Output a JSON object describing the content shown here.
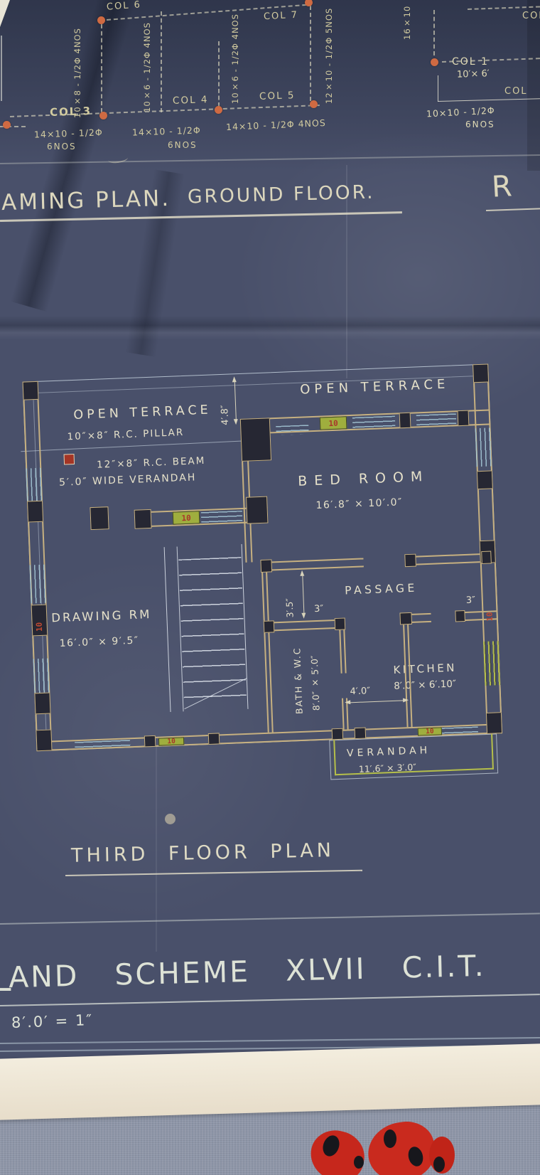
{
  "framing": {
    "col6": "COL 6",
    "col7": "COL 7",
    "col5": "COL 5",
    "col4": "COL 4",
    "col3": "COL 3",
    "col1": "COL 1",
    "col1_size": "10′× 6′",
    "col_edge_top": "COL",
    "col_edge_mid": "COL",
    "vdim_a": "10×8 - 1/2Φ 4NOS",
    "vdim_b": "10×6 - 1/2Φ 4NOS",
    "vdim_c": "10×6 - 1/2Φ 4NOS",
    "vdim_d": "12×10 - 1/2Φ 5NOS",
    "vdim_e": "16×10",
    "hdim_a": "14×10 - 1/2Φ",
    "hdim_a_n": "6NOS",
    "hdim_b": "14×10 - 1/2Φ",
    "hdim_b_n": "6NOS",
    "hdim_c": "14×10 - 1/2Φ 4NOS",
    "hdim_d": "10×10 - 1/2Φ",
    "hdim_d_n": "6NOS"
  },
  "ground": {
    "title_partial": "AMING PLAN.",
    "title_floor": "GROUND FLOOR.",
    "corner_letter": "R"
  },
  "plan": {
    "open_terrace_left": "OPEN TERRACE",
    "open_terrace_right": "OPEN TERRACE",
    "pillar_note": "10″×8″ R.C. PILLAR",
    "beam_note": "12″×8″ R.C. BEAM",
    "verandah_note": "5′.0″ WIDE VERANDAH",
    "bed_room": "BED ROOM",
    "bed_room_dim": "16′.8″ × 10′.0″",
    "drawing_rm": "DRAWING RM",
    "drawing_rm_dim": "16′.0″ × 9′.5″",
    "passage": "PASSAGE",
    "bath": "BATH & W.C",
    "bath_dim": "8′.0″ × 5′.0″",
    "kitchen": "KITCHEN",
    "kitchen_dim": "8′.0″ × 6′.10″",
    "verandah": "VERANDAH",
    "verandah_dim": "11′.6″ × 3′.0″",
    "dim_4_8": "4′.8″",
    "dim_3_5": "3′.5″",
    "dim_3_left": "3″",
    "dim_3_right": "3″",
    "dim_4_0": "4′.0″",
    "wall_tag": "10",
    "title": "THIRD FLOOR PLAN"
  },
  "footer": {
    "fragment_left": "L",
    "scheme_title": "AND SCHEME XLVII C.I.T.",
    "scale_note": "8′.0′ = 1″"
  },
  "colors": {
    "paper": "#49506a",
    "ink": "#ded9c3",
    "column_dot": "#cf6a42",
    "wall": "#c6b080",
    "window": "#a3c6d4",
    "highlight": "#9fae3e",
    "red_mark": "#b8402e"
  }
}
